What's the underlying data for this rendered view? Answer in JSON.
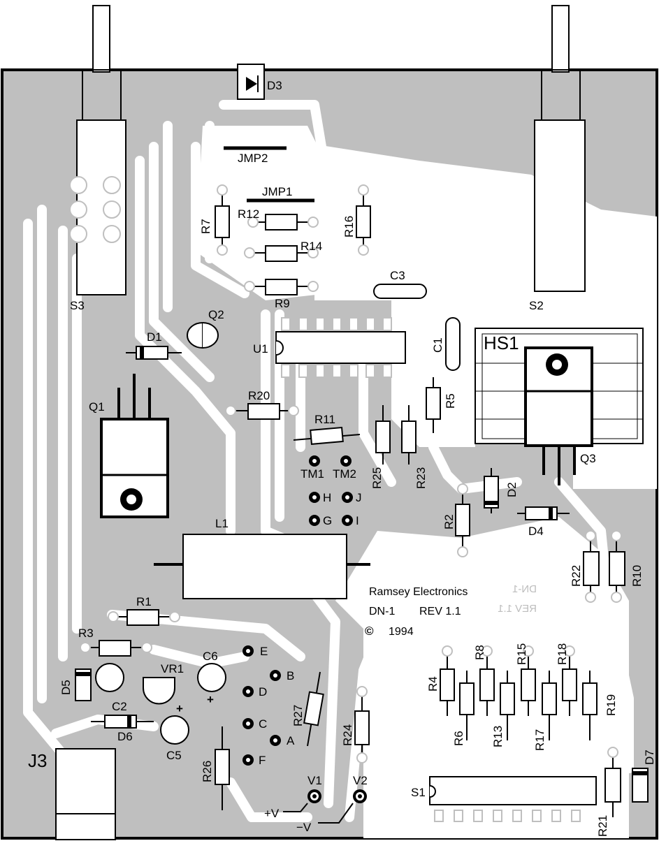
{
  "board": {
    "title": "Ramsey Electronics",
    "model": "DN-1",
    "revision": "REV 1.1",
    "copyright_symbol": "©",
    "year": "1994",
    "ghost_model": "DN-1",
    "ghost_rev": "REV 1.1"
  },
  "colors": {
    "copper": "#bfbfbf",
    "trace": "#ffffff",
    "silk": "#000000"
  },
  "labels": {
    "D3": "D3",
    "JMP2": "JMP2",
    "JMP1": "JMP1",
    "R7": "R7",
    "R12": "R12",
    "R16": "R16",
    "R14": "R14",
    "R9": "R9",
    "C3": "C3",
    "C1": "C1",
    "S3": "S3",
    "S2": "S2",
    "Q2": "Q2",
    "D1": "D1",
    "U1": "U1",
    "HS1": "HS1",
    "R5": "R5",
    "Q1": "Q1",
    "R20": "R20",
    "R11": "R11",
    "R25": "R25",
    "R23": "R23",
    "TM1": "TM1",
    "TM2": "TM2",
    "H": "H",
    "J": "J",
    "G": "G",
    "I": "I",
    "Q3": "Q3",
    "D2": "D2",
    "R2": "R2",
    "D4": "D4",
    "L1": "L1",
    "R22": "R22",
    "R10": "R10",
    "R1": "R1",
    "R3": "R3",
    "E": "E",
    "C6": "C6",
    "VR1": "VR1",
    "B": "B",
    "D": "D",
    "D5": "D5",
    "C2": "C2",
    "D6": "D6",
    "C5": "C5",
    "R27": "R27",
    "C": "C",
    "A": "A",
    "F": "F",
    "R26": "R26",
    "R24": "R24",
    "R4": "R4",
    "R8": "R8",
    "R15": "R15",
    "R18": "R18",
    "R6": "R6",
    "R13": "R13",
    "R17": "R17",
    "R19": "R19",
    "S1": "S1",
    "R21": "R21",
    "D7": "D7",
    "J3": "J3",
    "V1": "V1",
    "V2": "V2",
    "vplus": "+V",
    "vminus": "−V",
    "plus_c6": "+",
    "plus_c5": "+"
  }
}
